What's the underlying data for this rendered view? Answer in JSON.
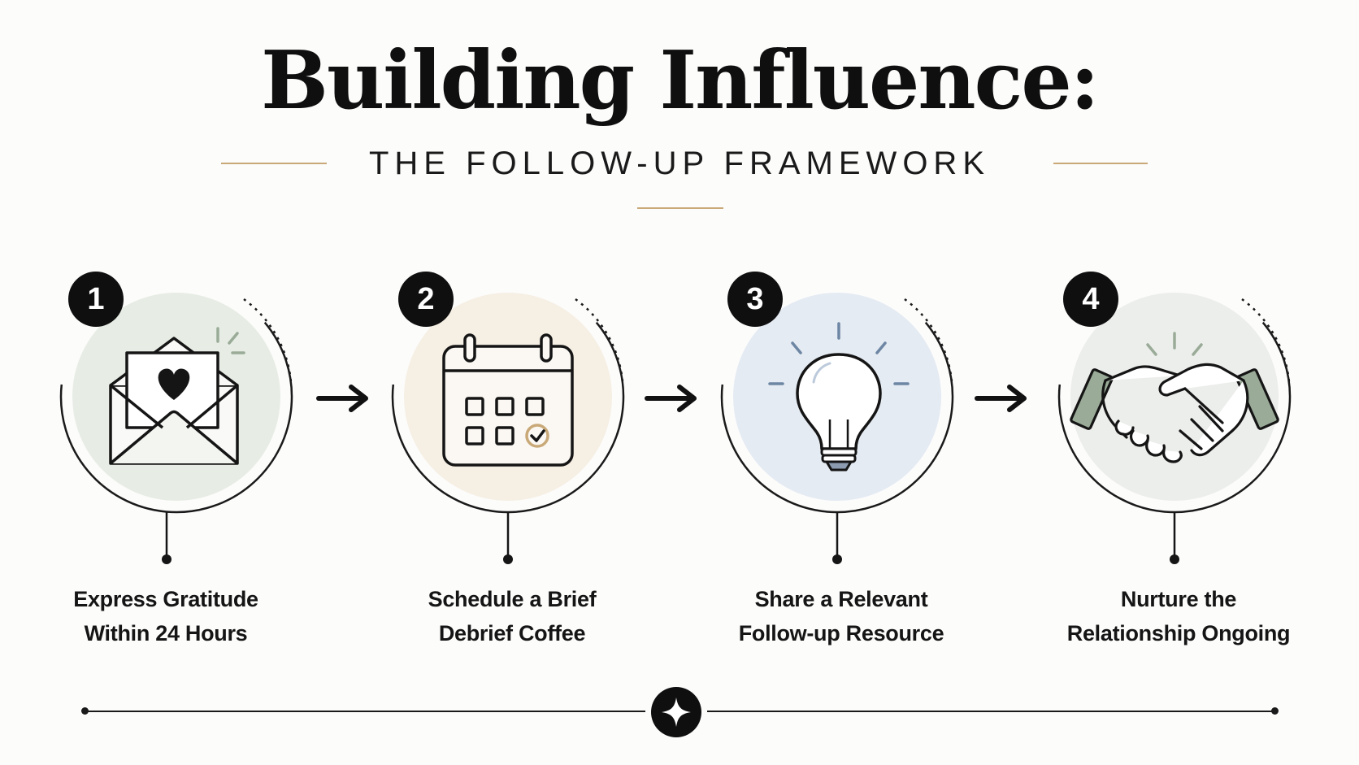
{
  "header": {
    "title": "Building Influence:",
    "subtitle": "THE FOLLOW-UP FRAMEWORK"
  },
  "colors": {
    "gold": "#c9a978",
    "ink": "#0f0f0f",
    "step1_fill": "#e7ede5",
    "step2_fill": "#f6efe4",
    "step3_fill": "#e5ebf3",
    "step4_fill": "#eceeeb",
    "slate_blue": "#6d86a3",
    "sage": "#9aab98"
  },
  "steps": [
    {
      "number": "1",
      "icon": "envelope-heart-icon",
      "label_line1": "Express Gratitude",
      "label_line2": "Within 24 Hours"
    },
    {
      "number": "2",
      "icon": "calendar-check-icon",
      "label_line1": "Schedule a Brief",
      "label_line2": "Debrief Coffee"
    },
    {
      "number": "3",
      "icon": "lightbulb-icon",
      "label_line1": "Share a Relevant",
      "label_line2": "Follow-up Resource"
    },
    {
      "number": "4",
      "icon": "handshake-icon",
      "label_line1": "Nurture the",
      "label_line2": "Relationship Ongoing"
    }
  ],
  "footer": {
    "icon": "sparkle-star-icon"
  }
}
